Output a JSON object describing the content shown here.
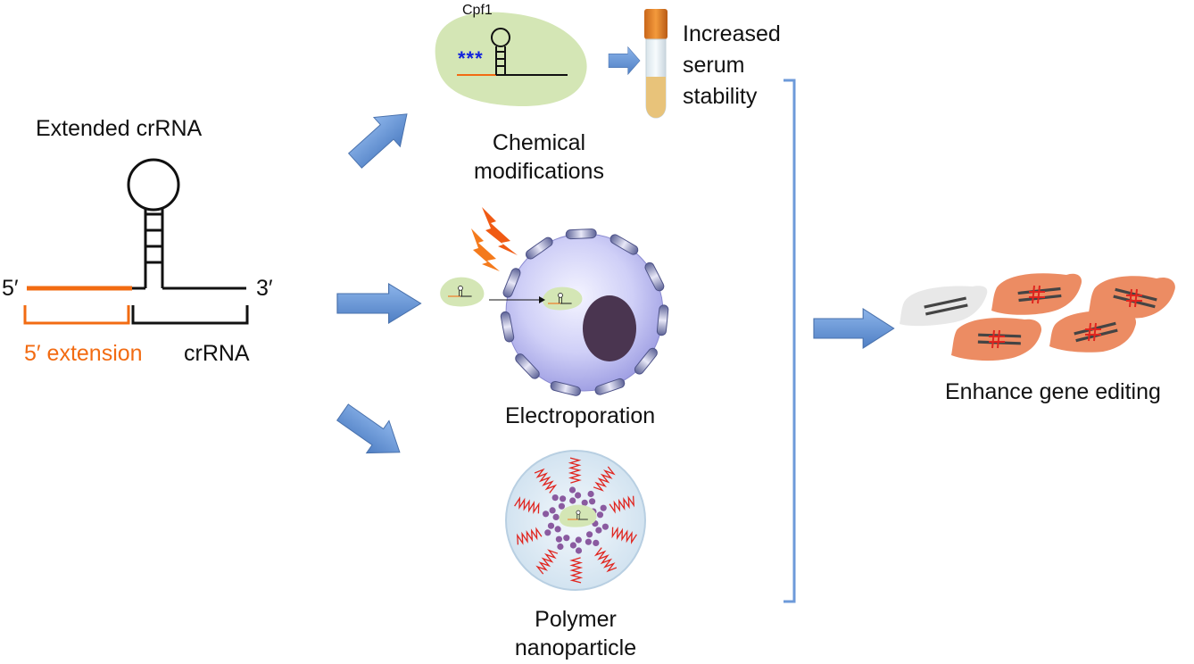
{
  "colors": {
    "accent_orange": "#f26b12",
    "arrow_blue": "#6d9ad9",
    "cpf1_green": "#d4e6b5",
    "cell_purple": "#c9c9f6",
    "nucleus": "#4a3550",
    "salmon_cell": "#ec8c63",
    "red_mark": "#e0251f",
    "star_blue": "#1122dd"
  },
  "labels": {
    "extended_crrna": "Extended crRNA",
    "five_prime": "5′",
    "three_prime": "3′",
    "extension": "5′ extension",
    "crrna": "crRNA",
    "cpf1": "Cpf1",
    "stars": "***",
    "chemical": [
      "Chemical",
      "modifications"
    ],
    "serum": [
      "Increased",
      "serum",
      "stability"
    ],
    "electroporation": "Electroporation",
    "polymer": [
      "Polymer",
      "nanoparticle"
    ],
    "enhance": "Enhance gene editing"
  },
  "icons": [
    "arrow-icon",
    "test-tube-icon",
    "lightning-icon",
    "cell-icon",
    "nanoparticle-icon",
    "edited-cell-icon"
  ]
}
